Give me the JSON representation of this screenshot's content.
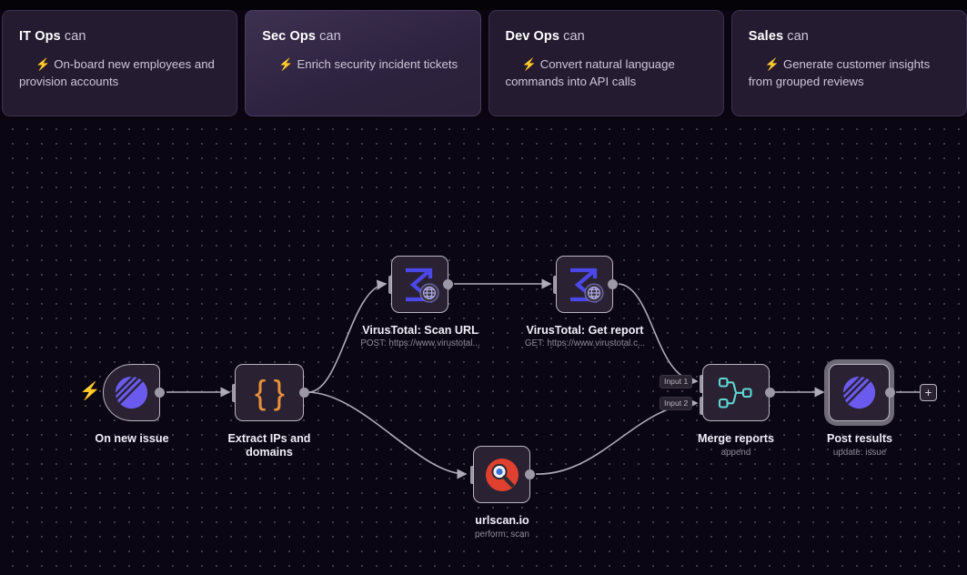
{
  "suggestion_cards": [
    {
      "role": "IT Ops",
      "suffix": "can",
      "icon": "lightning-icon",
      "text": "On-board new employees and provision accounts",
      "highlighted": false
    },
    {
      "role": "Sec Ops",
      "suffix": "can",
      "icon": "lightning-icon",
      "text": "Enrich security incident tickets",
      "highlighted": true
    },
    {
      "role": "Dev Ops",
      "suffix": "can",
      "icon": "lightning-icon",
      "text": "Convert natural language commands into API calls",
      "highlighted": false
    },
    {
      "role": "Sales",
      "suffix": "can",
      "icon": "lightning-icon",
      "text": "Generate customer insights from grouped reviews",
      "highlighted": false
    }
  ],
  "canvas": {
    "add_button_label": "+",
    "input_chips": {
      "input1": "Input 1",
      "input2": "Input 2"
    },
    "nodes": [
      {
        "id": "trigger",
        "label": "On new issue",
        "sublabel": "",
        "icon": "linear-logo-icon",
        "kind": "trigger"
      },
      {
        "id": "code",
        "label": "Extract IPs and domains",
        "sublabel": "",
        "icon": "code-braces-icon",
        "kind": "action"
      },
      {
        "id": "vt_scan",
        "label": "VirusTotal: Scan URL",
        "sublabel": "POST: https://www.virustotal...",
        "icon": "http-request-icon",
        "kind": "action"
      },
      {
        "id": "vt_report",
        "label": "VirusTotal: Get report",
        "sublabel": "GET: https://www.virustotal.c...",
        "icon": "http-request-icon",
        "kind": "action"
      },
      {
        "id": "urlscan",
        "label": "urlscan.io",
        "sublabel": "perform: scan",
        "icon": "urlscan-magnifier-icon",
        "kind": "action"
      },
      {
        "id": "merge",
        "label": "Merge reports",
        "sublabel": "append",
        "icon": "merge-icon",
        "kind": "action"
      },
      {
        "id": "post",
        "label": "Post results",
        "sublabel": "update: issue",
        "icon": "linear-logo-icon",
        "kind": "action",
        "selected": true
      }
    ]
  },
  "colors": {
    "accent_orange": "#f08a3c",
    "trigger_bolt_red": "#f0544c",
    "linear_purple": "#6a5bee",
    "virustotal_blue": "#4b47e8",
    "urlscan_red": "#e0402e",
    "merge_cyan": "#5fd8d3",
    "wire": "#b0abba",
    "node_border": "#b9b4c2",
    "canvas_bg": "#0b0613"
  }
}
